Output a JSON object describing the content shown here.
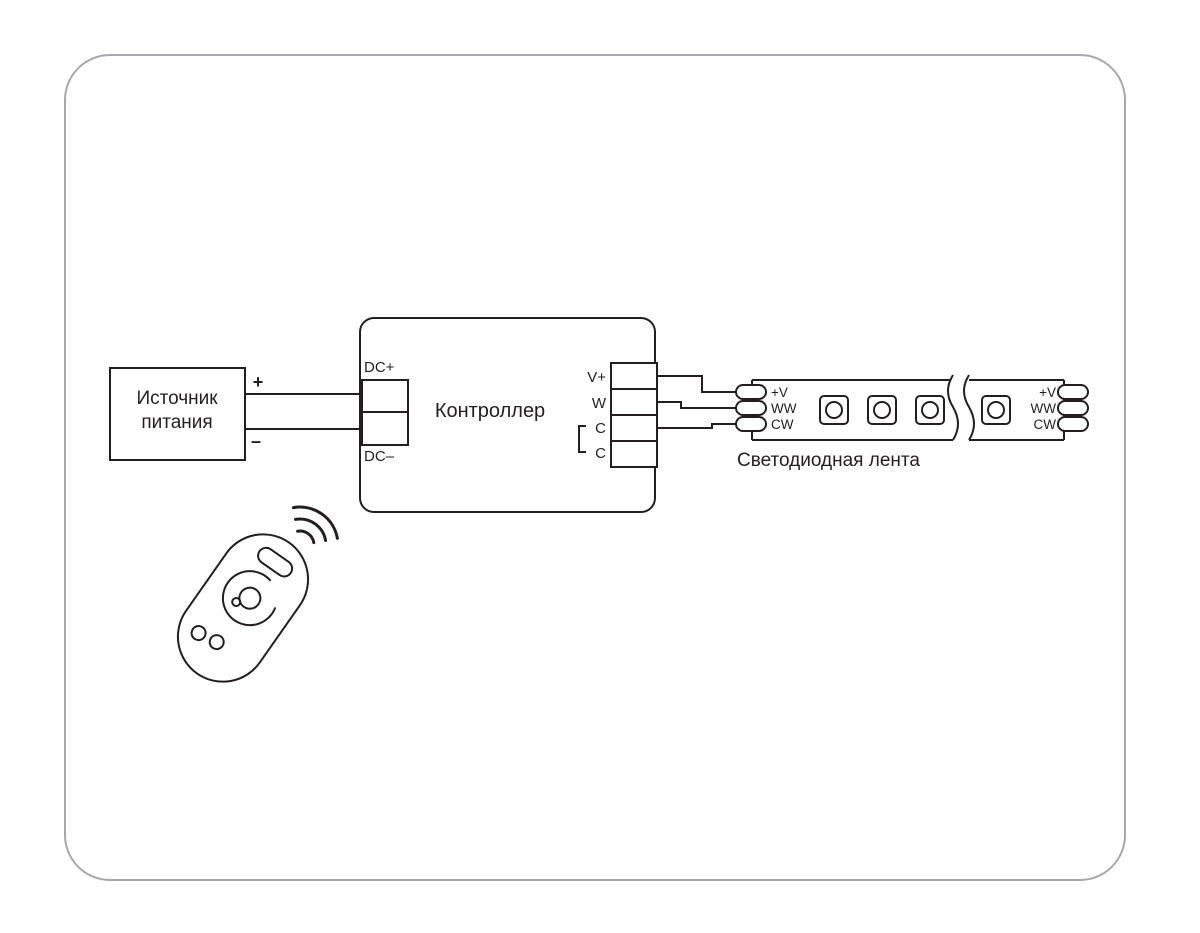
{
  "colors": {
    "line": "#231f20",
    "frame": "#a6a8ab",
    "background": "#ffffff"
  },
  "power_source": {
    "line1": "Источник",
    "line2": "питания",
    "plus": "+",
    "minus": "–"
  },
  "controller": {
    "label": "Контроллер",
    "dc_plus": "DC+",
    "dc_minus": "DC–",
    "pins": [
      "V+",
      "W",
      "C",
      "C"
    ]
  },
  "led_strip": {
    "label": "Светодиодная лента",
    "left_pads": [
      "+V",
      "WW",
      "CW"
    ],
    "right_pads": [
      "+V",
      "WW",
      "CW"
    ]
  },
  "icons": {
    "remote": "remote-control-icon",
    "waves": "wireless-signal-icon"
  }
}
